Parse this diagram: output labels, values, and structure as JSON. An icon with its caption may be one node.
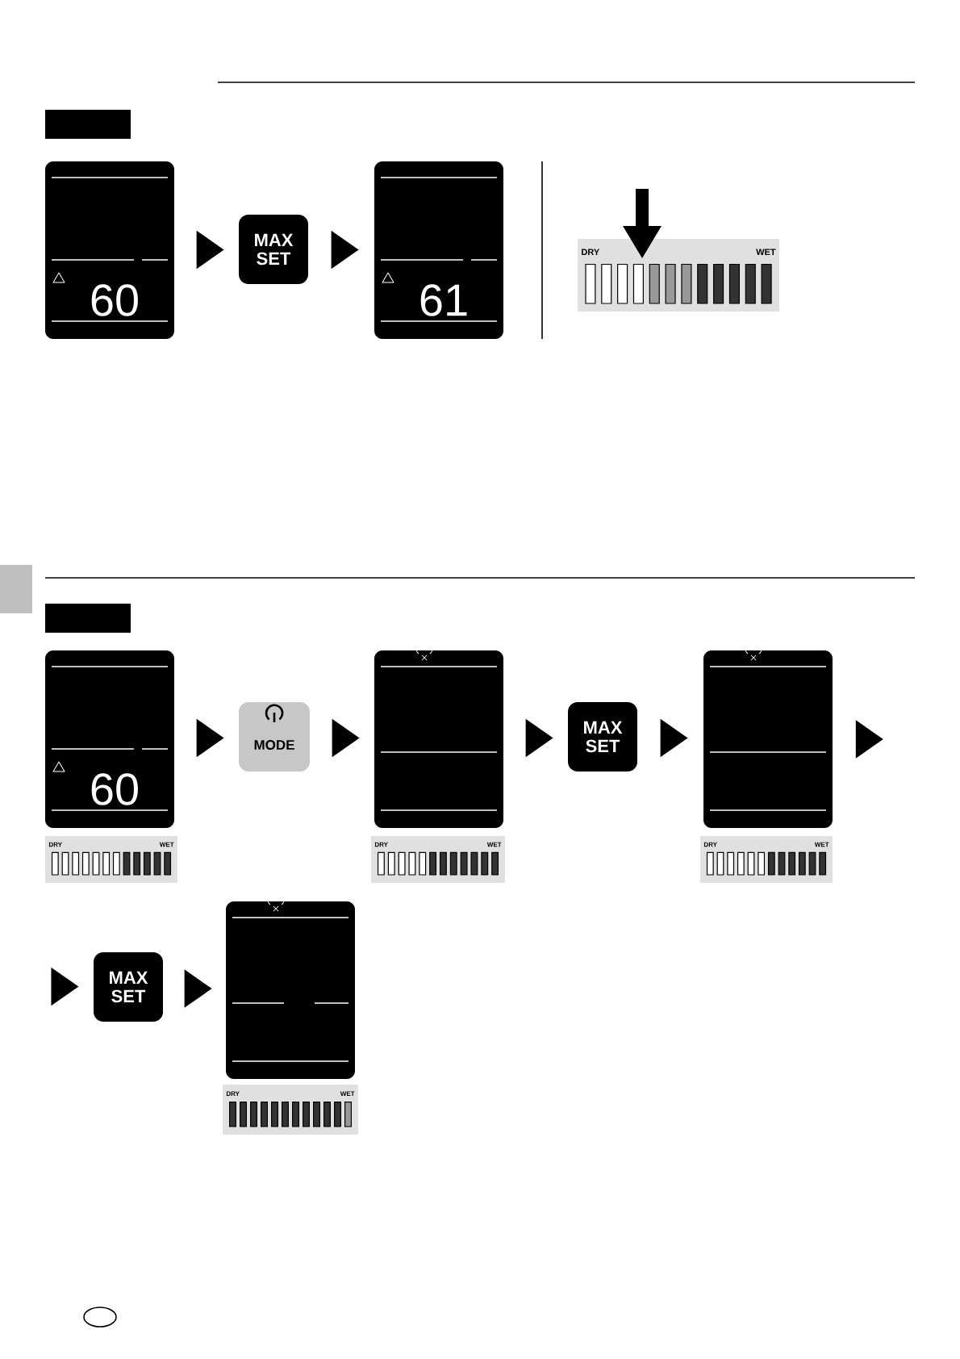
{
  "diagram": {
    "nodes": [
      {
        "text": [
          "60"
        ]
      },
      {
        "text": [
          "MAX SET"
        ]
      },
      {
        "text": [
          "61"
        ]
      },
      {
        "text": [
          "60"
        ]
      },
      {
        "text": [
          "MODE"
        ]
      },
      {
        "text": [],
        "shape": "box"
      },
      {
        "text": [
          "MAX SET"
        ]
      },
      {
        "text": [],
        "shape": "box"
      },
      {
        "text": [
          "MAX SET"
        ]
      },
      {
        "text": [],
        "shape": "box"
      }
    ],
    "edges": [
      {
        "from": 0,
        "to": 1,
        "arrow": "to"
      },
      {
        "from": 1,
        "to": 2,
        "arrow": "to"
      },
      {
        "from": 3,
        "to": 4,
        "arrow": "to"
      },
      {
        "from": 4,
        "to": 5,
        "arrow": "to"
      },
      {
        "from": 5,
        "to": 6,
        "arrow": "to"
      },
      {
        "from": 6,
        "to": 7,
        "arrow": "to"
      },
      {
        "from": 7,
        "to": null,
        "arrow": "to"
      },
      {
        "from": null,
        "to": 8,
        "arrow": "to"
      },
      {
        "from": 8,
        "to": 9,
        "arrow": "to"
      }
    ],
    "labels": [
      "DRY",
      "WET",
      "DRY",
      "WET",
      "DRY",
      "WET",
      "DRY",
      "WET",
      "DRY",
      "WET"
    ]
  }
}
